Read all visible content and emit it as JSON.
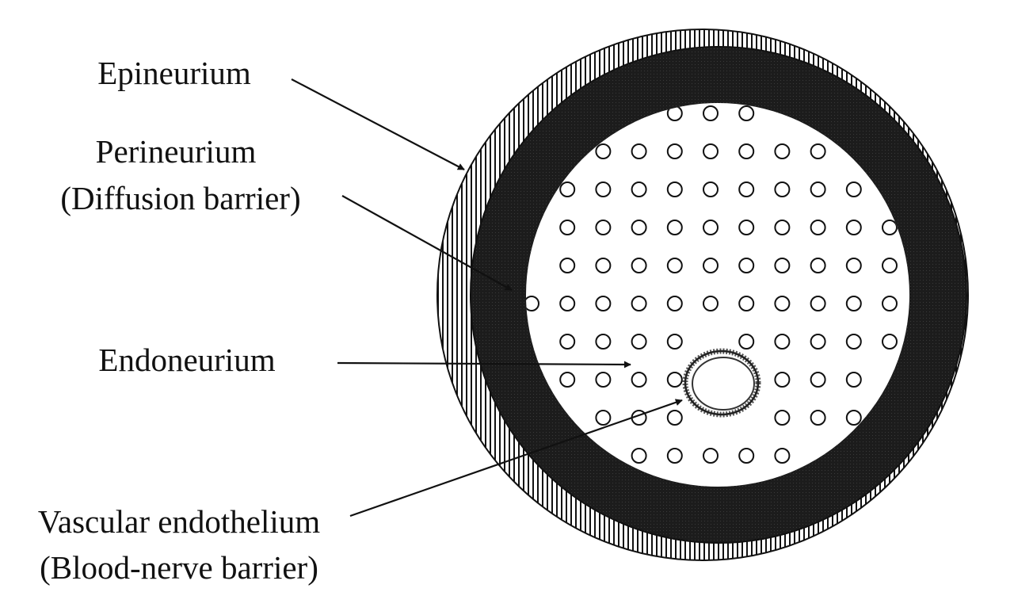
{
  "labels": {
    "epineurium": "Epineurium",
    "perineurium": "Perineurium",
    "perineurium_note": "(Diffusion barrier)",
    "endoneurium": "Endoneurium",
    "vascular": "Vascular endothelium",
    "vascular_note": "(Blood-nerve barrier)"
  },
  "colors": {
    "outline": "#111111",
    "perineurium_fill": "#1a1a1a",
    "background": "#ffffff"
  }
}
